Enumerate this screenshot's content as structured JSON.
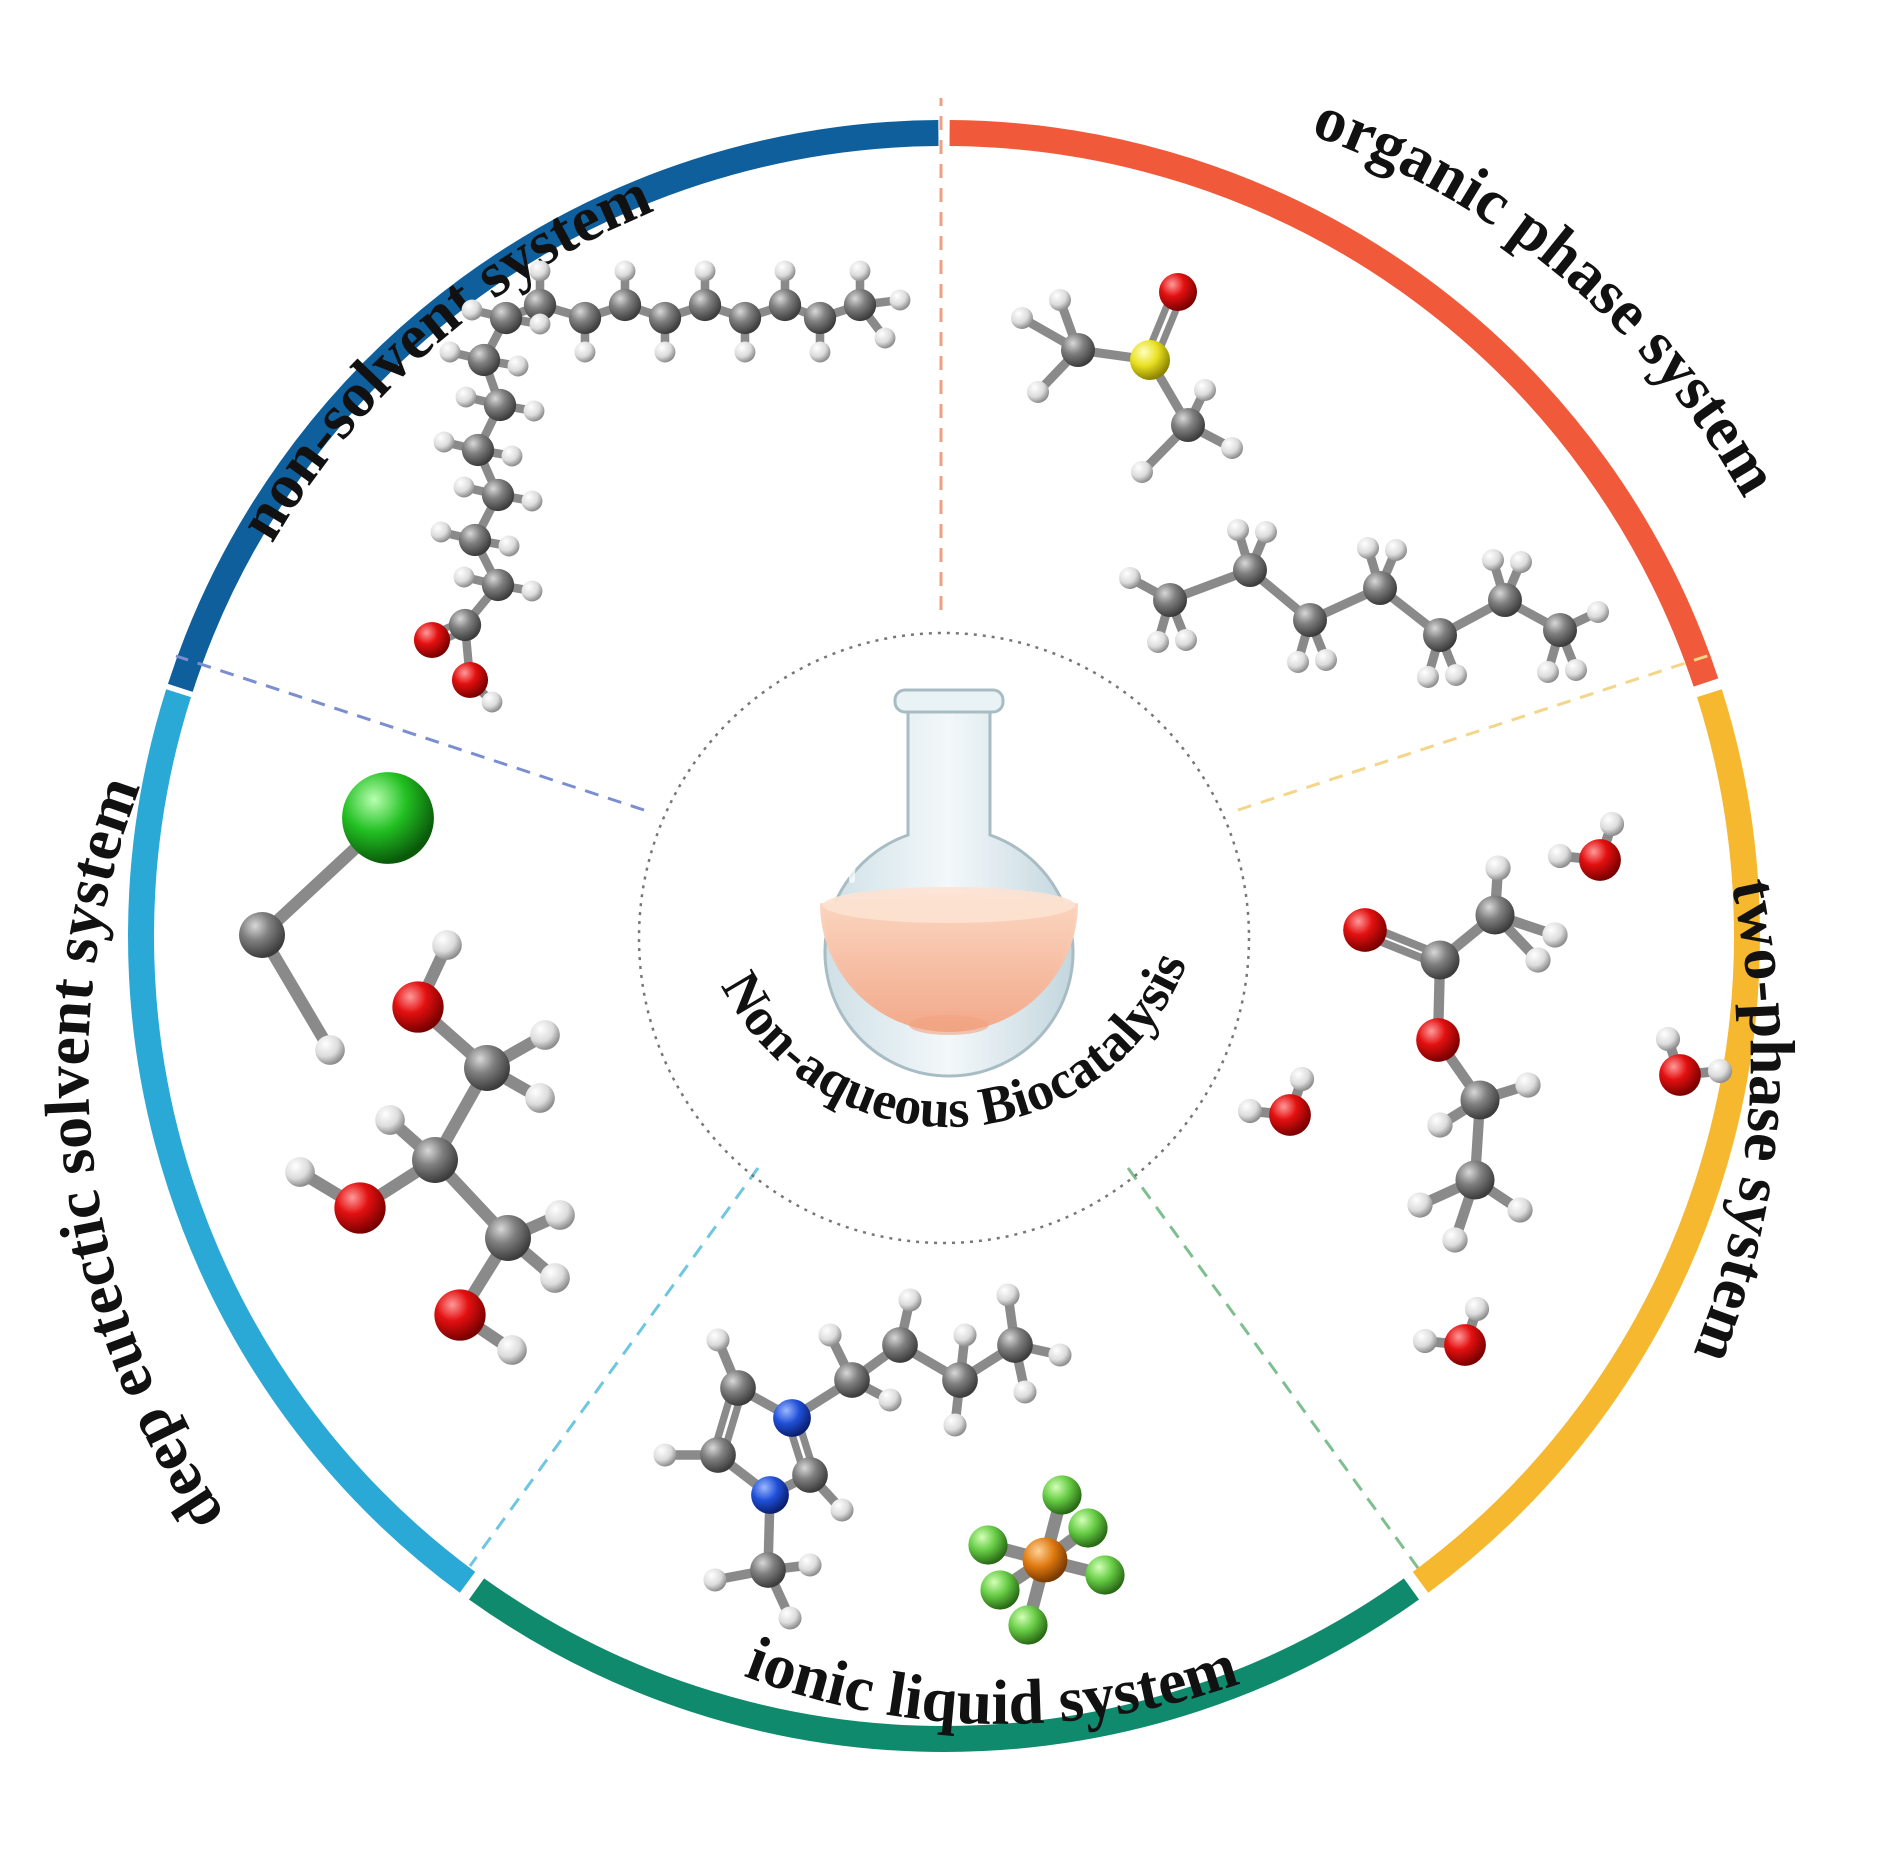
{
  "center": {
    "title": "Non-aqueous Biocatalysis",
    "icon": "round-bottom-flask-icon"
  },
  "segments": [
    {
      "id": "non-solvent",
      "label": "non-solvent system",
      "color": "#0e5f9c",
      "molecule": "fatty-acid-chain"
    },
    {
      "id": "organic-phase",
      "label": "organic phase system",
      "color": "#f05a3a",
      "molecule": "dmso-and-heptane"
    },
    {
      "id": "two-phase",
      "label": "two-phase system",
      "color": "#f5b82e",
      "molecule": "ethyl-acetate-and-water"
    },
    {
      "id": "ionic-liquid",
      "label": "ionic liquid system",
      "color": "#0f8a6c",
      "molecule": "imidazolium-pf6"
    },
    {
      "id": "deep-eutectic",
      "label": "deep eutectic solvent system",
      "color": "#2aa8d6",
      "molecule": "choline-chloride-glycerol"
    }
  ],
  "atom_colors": {
    "carbon": "#6e6e6e",
    "hydrogen": "#e8e8e8",
    "oxygen": "#e01010",
    "sulfur": "#e8e020",
    "nitrogen": "#2050d8",
    "chlorine": "#22c022",
    "fluorine": "#66cc44",
    "phosphorus": "#e07a10"
  }
}
